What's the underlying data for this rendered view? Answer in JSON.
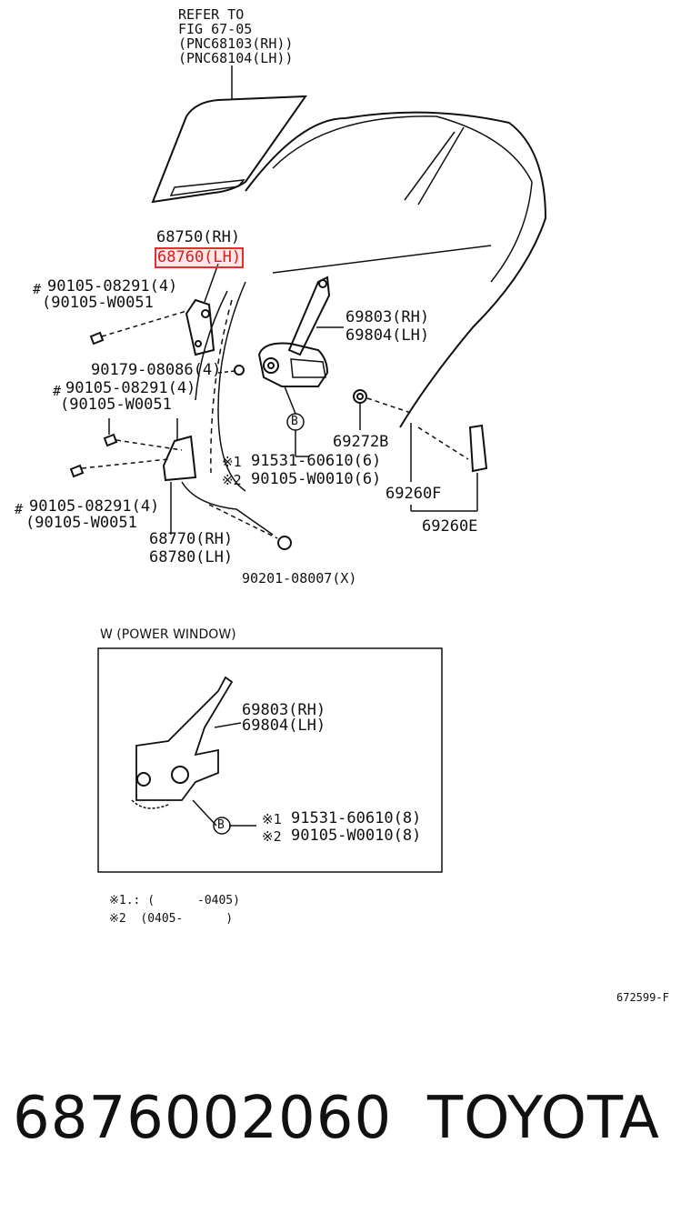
{
  "refer": [
    "REFER TO",
    "FIG 67-05",
    "(PNC68103(RH))",
    "(PNC68104(LH))"
  ],
  "parts": {
    "p68750": "68750(RH)",
    "p68760": "68760(LH)",
    "p90105a": "90105-08291(4)",
    "p90105a_alt": "(90105-W0051",
    "p69803": "69803(RH)",
    "p69804": "69804(LH)",
    "p90179": "90179-08086(4)",
    "p90105b": "90105-08291(4)",
    "p90105b_alt": "(90105-W0051",
    "p69272b": "69272B",
    "p91531": "91531-60610(6)",
    "p90105w": "90105-W0010(6)",
    "p69260f": "69260F",
    "p90105c": "90105-08291(4)",
    "p90105c_alt": "(90105-W0051",
    "p68770": "68770(RH)",
    "p68780": "68780(LH)",
    "p69260e": "69260E",
    "p90201": "90201-08007(X)"
  },
  "marks": {
    "hash": "#",
    "note1": "※1",
    "note2": "※2",
    "b": "B"
  },
  "inset": {
    "title": "W (POWER WINDOW)",
    "p69803": "69803(RH)",
    "p69804": "69804(LH)",
    "p91531": "91531-60610(8)",
    "p90105w": "90105-W0010(8)"
  },
  "notes": {
    "n1": "※1.: (      -0405)",
    "n2": "※2  (0405-      )"
  },
  "figure_code": "672599-F",
  "footer": {
    "part_number": "6876002060",
    "brand": "TOYOTA"
  },
  "colors": {
    "highlight": "#e03030"
  }
}
